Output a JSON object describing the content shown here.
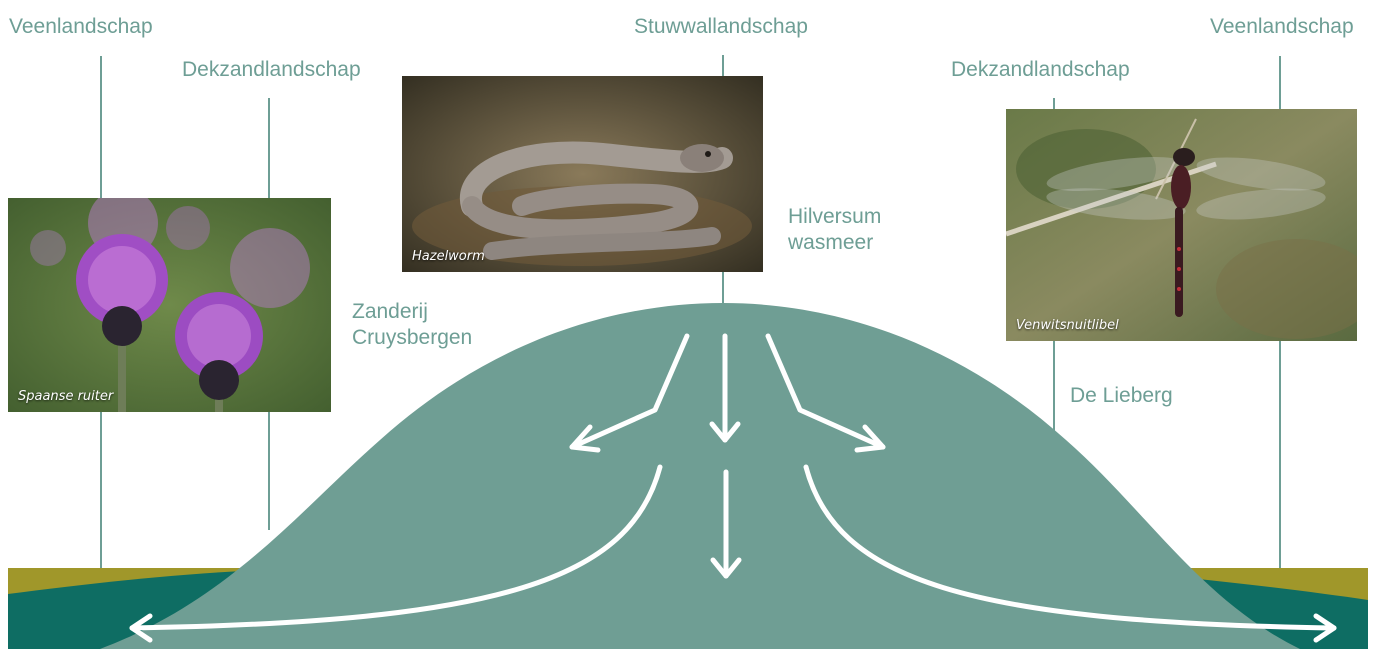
{
  "labels": {
    "veen_left": "Veenlandschap",
    "dekzand_left": "Dekzandlandschap",
    "stuwwal": "Stuwwallandschap",
    "dekzand_right": "Dekzandlandschap",
    "veen_right": "Veenlandschap",
    "hilversum_line1": "Hilversum",
    "hilversum_line2": "wasmeer",
    "zanderij_line1": "Zanderij",
    "zanderij_line2": "Cruysbergen",
    "lieberg": "De Lieberg"
  },
  "photos": {
    "thistle_caption": "Spaanse ruiter",
    "slowworm_caption": "Hazelworm",
    "dragonfly_caption": "Venwitsnuitlibel"
  },
  "colors": {
    "hill": "#6f9e94",
    "line": "#6e9e95",
    "ochre": "#a0972a",
    "teal_dark": "#0e6d63",
    "arrow": "#ffffff"
  }
}
